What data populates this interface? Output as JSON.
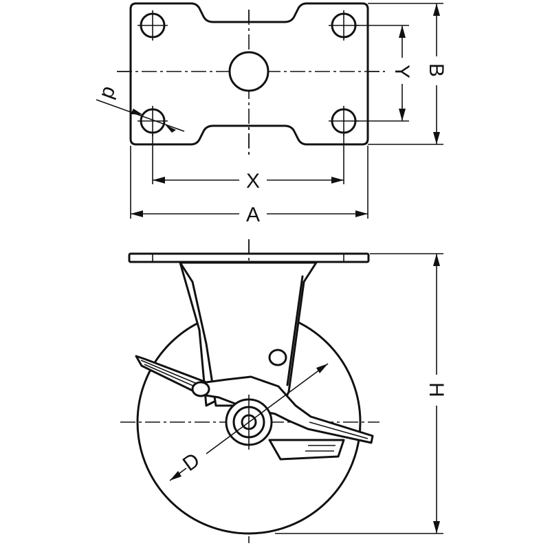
{
  "diagram": {
    "labels": {
      "width_overall": "A",
      "depth_overall": "B",
      "hole_pitch_x": "X",
      "hole_pitch_y": "Y",
      "bolt_hole": "d",
      "height": "H",
      "wheel_diameter": "D"
    }
  }
}
